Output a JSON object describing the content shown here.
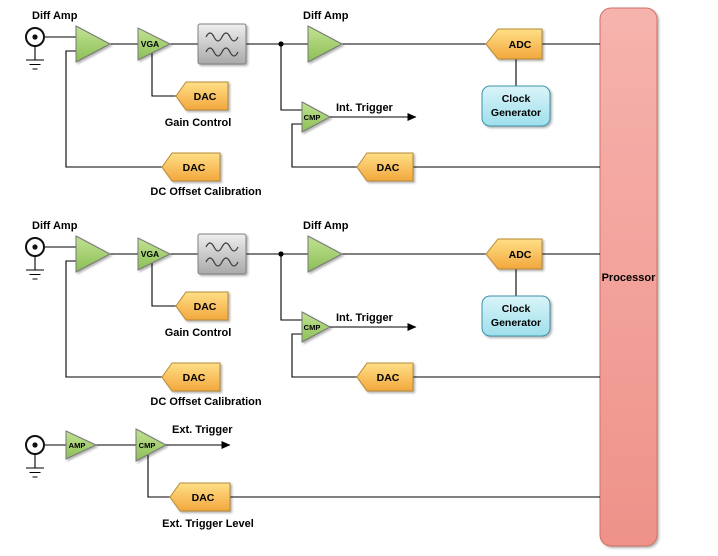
{
  "colors": {
    "amplifier_green": "#9dc968",
    "dac_adc_orange": "#f9b846",
    "filter_gray": "#c8c8c8",
    "clock_cyan": "#aee3ee",
    "processor_salmon": "#f2a29b",
    "wire_black": "#000000"
  },
  "processor": {
    "label": "Processor"
  },
  "channels": [
    {
      "input_amp_label": "Diff Amp",
      "vga": "VGA",
      "second_amp_label": "Diff Amp",
      "adc": "ADC",
      "clock_line1": "Clock",
      "clock_line2": "Generator",
      "gain_dac": "DAC",
      "gain_control": "Gain Control",
      "offset_dac": "DAC",
      "offset_caption": "DC Offset Calibration",
      "cmp": "CMP",
      "int_trigger": "Int. Trigger",
      "trigger_dac": "DAC"
    },
    {
      "input_amp_label": "Diff Amp",
      "vga": "VGA",
      "second_amp_label": "Diff Amp",
      "adc": "ADC",
      "clock_line1": "Clock",
      "clock_line2": "Generator",
      "gain_dac": "DAC",
      "gain_control": "Gain Control",
      "offset_dac": "DAC",
      "offset_caption": "DC Offset Calibration",
      "cmp": "CMP",
      "int_trigger": "Int. Trigger",
      "trigger_dac": "DAC"
    }
  ],
  "ext_trigger": {
    "amp": "AMP",
    "cmp": "CMP",
    "arrow_label": "Ext. Trigger",
    "dac": "DAC",
    "caption": "Ext. Trigger Level"
  }
}
